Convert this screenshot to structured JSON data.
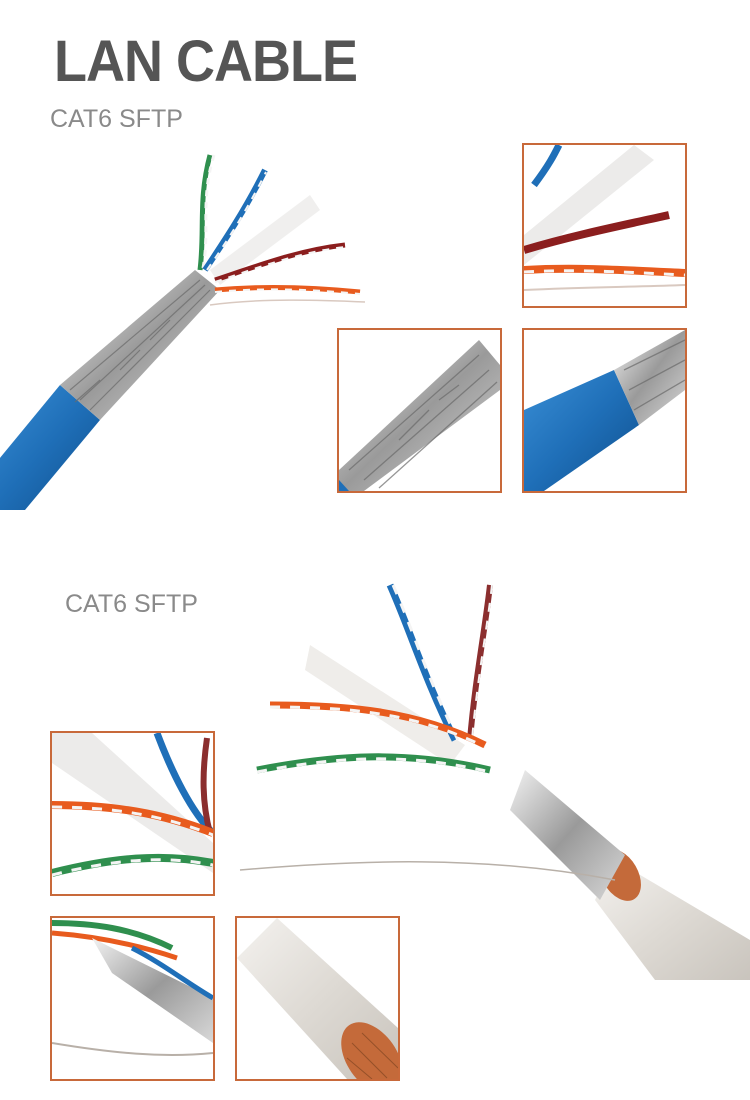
{
  "header": {
    "title": "LAN CABLE",
    "subtitle_top": "CAT6 SFTP",
    "subtitle_bottom": "CAT6 SFTP"
  },
  "colors": {
    "frame_border": "#c8693a",
    "blue_jacket": "#1f6fb8",
    "grey_jacket": "#e6e3de",
    "title_text": "#555555",
    "subtitle_text": "#8a8a8a"
  }
}
